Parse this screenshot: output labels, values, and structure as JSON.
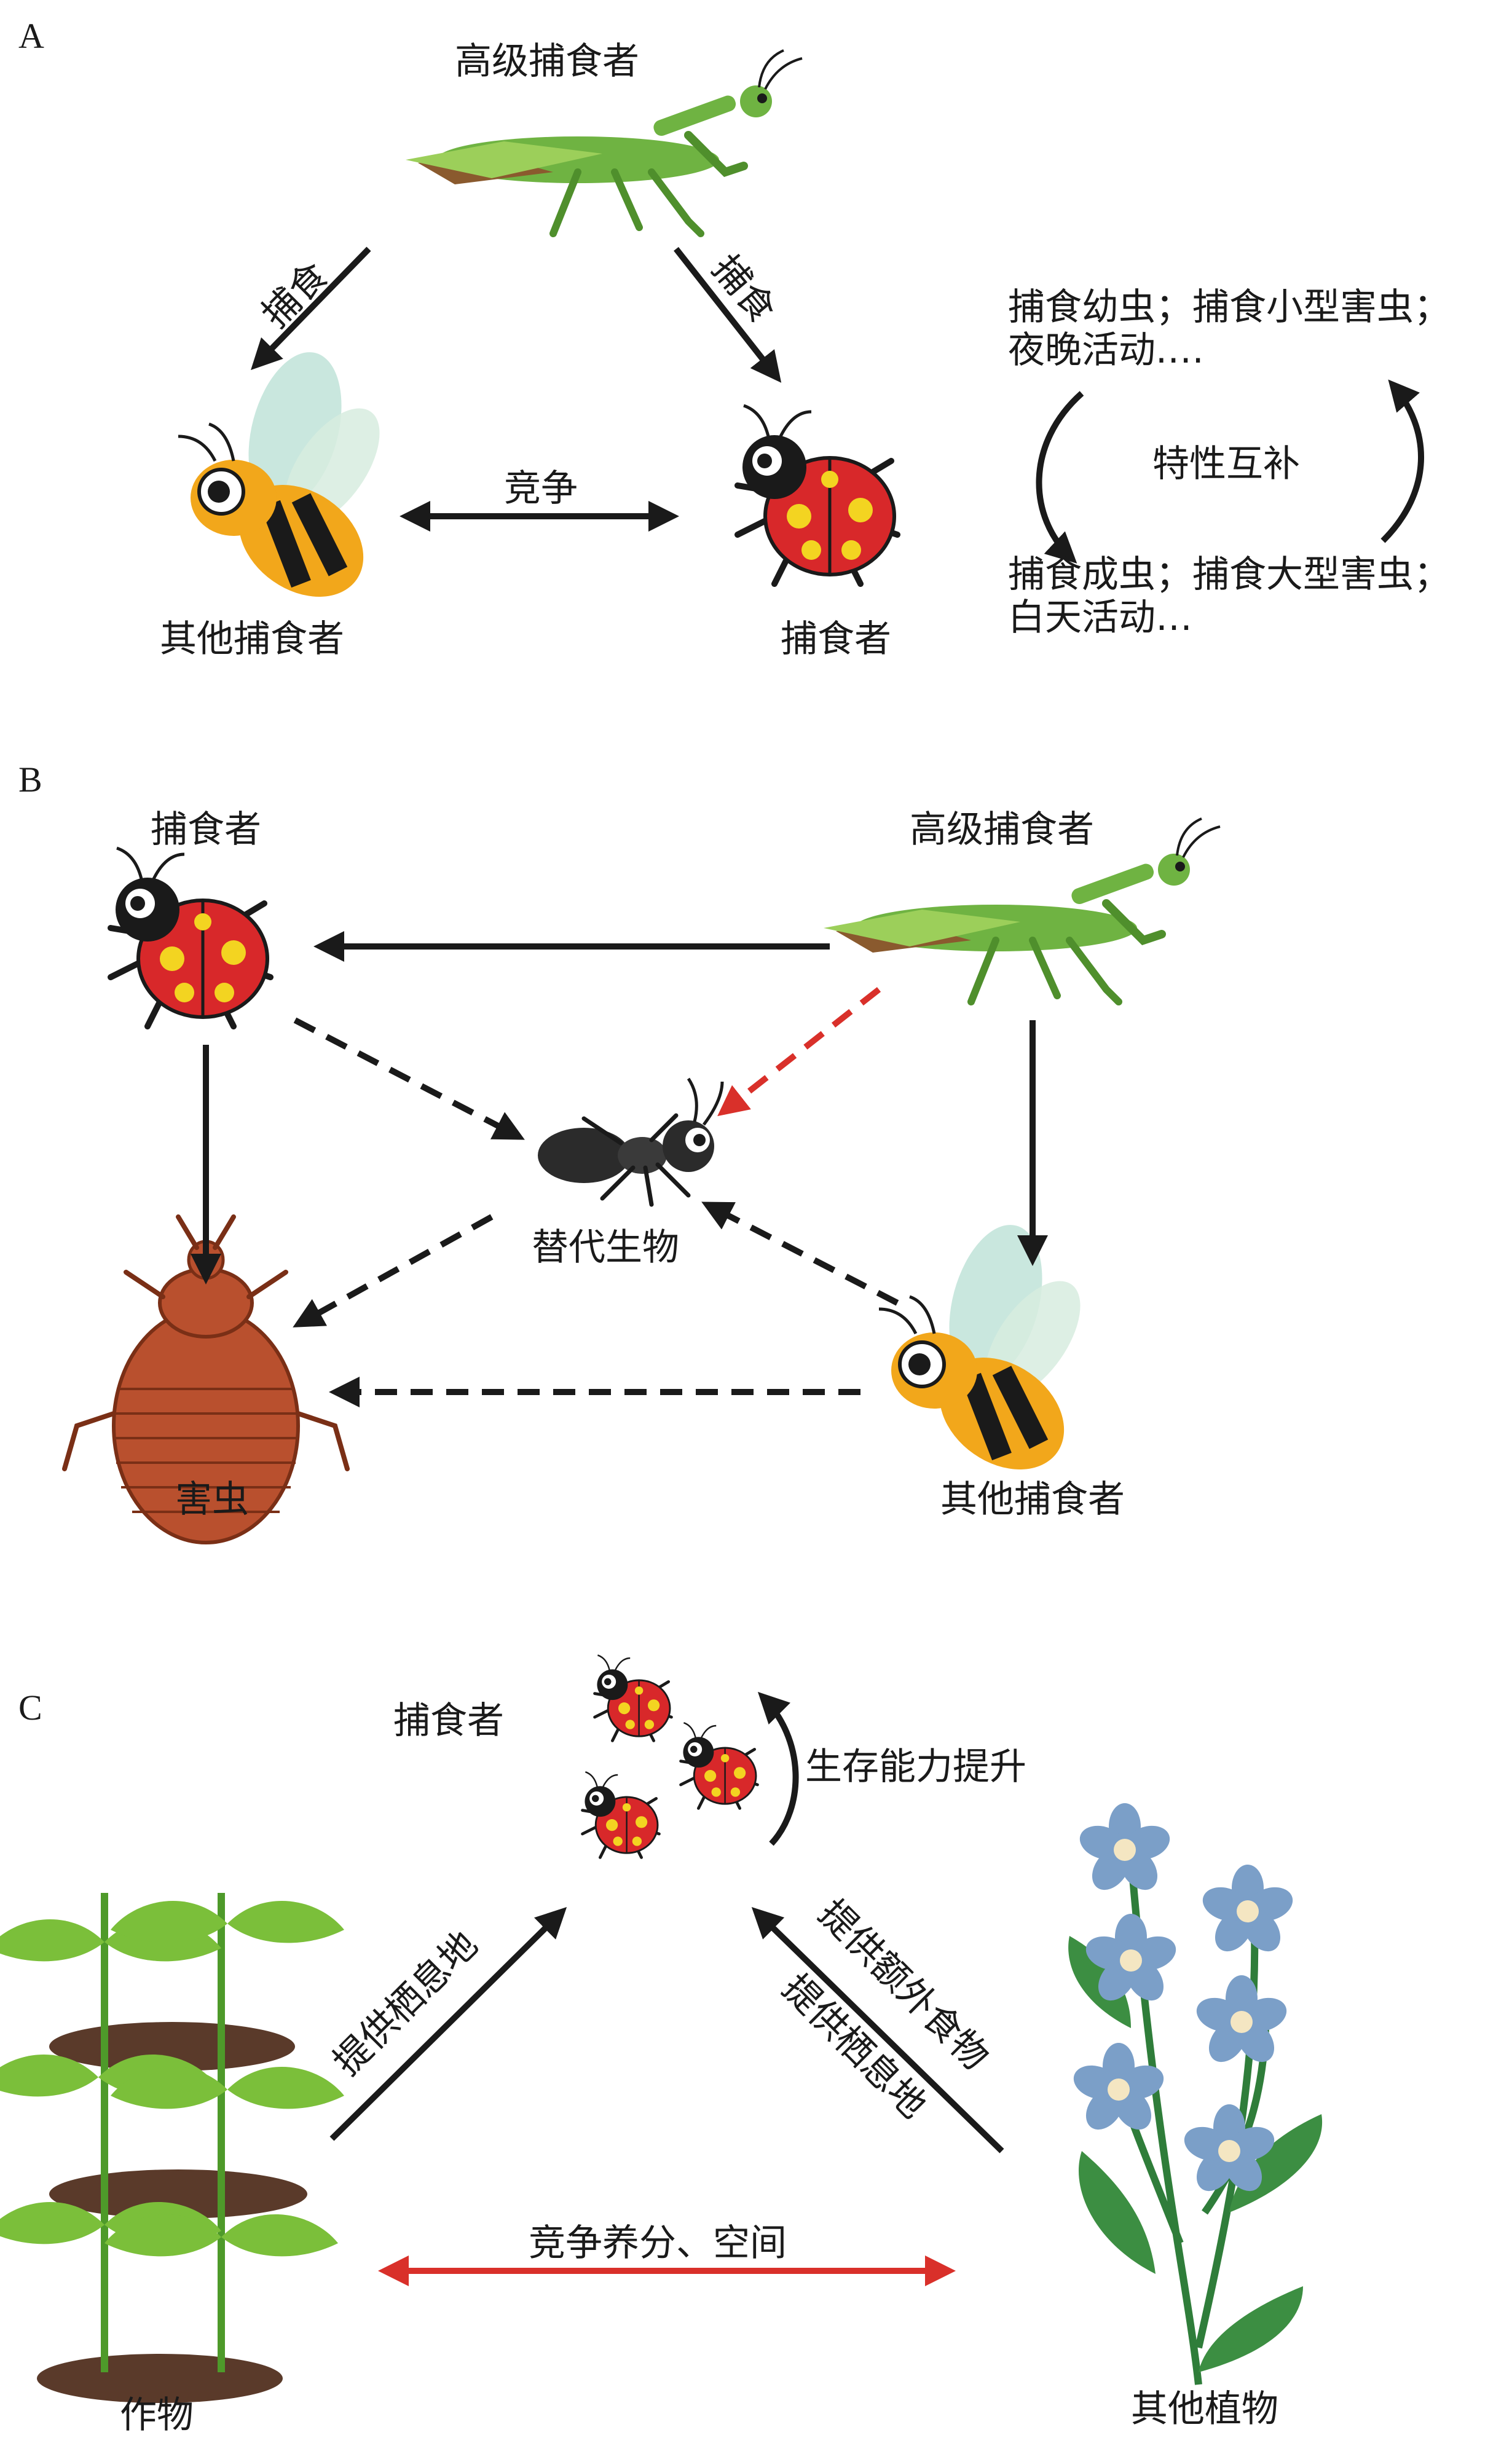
{
  "panels": {
    "A": {
      "letter": "A",
      "top_predator": "高级捕食者",
      "edge_left": "捕食",
      "edge_right": "捕食",
      "edge_bottom": "竞争",
      "left_node": "其他捕食者",
      "right_node": "捕食者",
      "traits_top_1": "捕食幼虫；捕食小型害虫；",
      "traits_top_2": "夜晚活动.…",
      "traits_center": "特性互补",
      "traits_bottom_1": "捕食成虫；捕食大型害虫；",
      "traits_bottom_2": "白天活动…"
    },
    "B": {
      "letter": "B",
      "predator": "捕食者",
      "top_predator": "高级捕食者",
      "alternative": "替代生物",
      "pest": "害虫",
      "other_predator": "其他捕食者"
    },
    "C": {
      "letter": "C",
      "predator": "捕食者",
      "survival": "生存能力提升",
      "habitat_left": "提供栖息地",
      "extra_food": "提供额外食物",
      "habitat_right": "提供栖息地",
      "competition": "竞争养分、空间",
      "crop": "作物",
      "other_plants": "其他植物"
    }
  },
  "colors": {
    "arrow": "#1a1a1a",
    "red_arrow": "#d9302a",
    "mantis": "#6fb342",
    "ladybug": "#d8282a",
    "bee_stripe": "#f2a71b",
    "pest": "#b9502e",
    "ant": "#2b2b2b",
    "leaf": "#7bbf3a",
    "soil": "#5a3a2a",
    "flower": "#7b9fc8",
    "stem": "#2f7d3a"
  },
  "icons": [
    "mantis-icon",
    "ladybug-icon",
    "bee-icon",
    "ant-icon",
    "bedbug-icon",
    "crop-plant-icon",
    "flower-plant-icon"
  ]
}
